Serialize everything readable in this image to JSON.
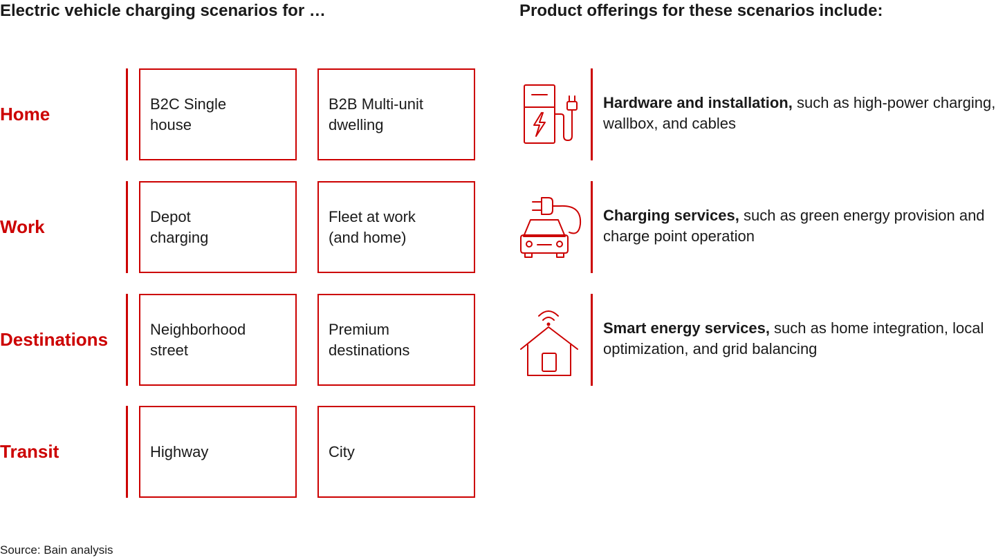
{
  "headings": {
    "left": "Electric vehicle charging scenarios for …",
    "right": "Product offerings for these scenarios include:"
  },
  "scenarios": [
    {
      "label": "Home",
      "options": [
        "B2C Single\nhouse",
        "B2B Multi-unit\ndwelling"
      ]
    },
    {
      "label": "Work",
      "options": [
        "Depot\ncharging",
        "Fleet at work\n(and home)"
      ]
    },
    {
      "label": "Destinations",
      "options": [
        "Neighborhood\nstreet",
        "Premium\ndestinations"
      ]
    },
    {
      "label": "Transit",
      "options": [
        "Highway",
        "City"
      ]
    }
  ],
  "offerings": [
    {
      "icon": "charging-station-icon",
      "bold": "Hardware and installation,",
      "text": " such as high-power charging, wallbox, and cables"
    },
    {
      "icon": "car-plug-icon",
      "bold": "Charging services,",
      "text": " such as green energy provision and charge point operation"
    },
    {
      "icon": "smart-home-icon",
      "bold": "Smart energy services,",
      "text": " such as home integration, local optimization, and grid balancing"
    }
  ],
  "source": "Source: Bain analysis",
  "colors": {
    "accent": "#cc0000",
    "text": "#1a1a1a"
  }
}
